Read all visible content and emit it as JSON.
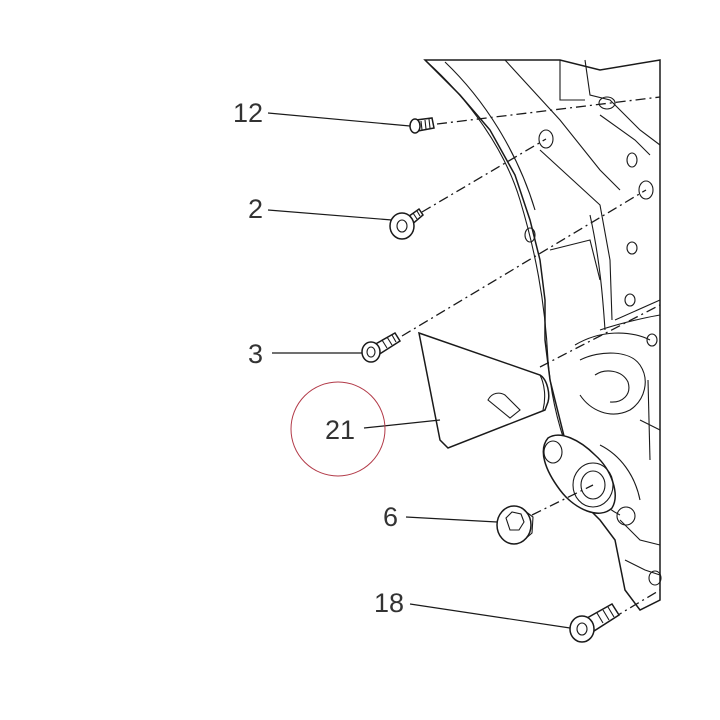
{
  "diagram": {
    "callouts": [
      {
        "id": "12",
        "label": "12"
      },
      {
        "id": "2",
        "label": "2"
      },
      {
        "id": "3",
        "label": "3"
      },
      {
        "id": "21",
        "label": "21",
        "highlighted": true
      },
      {
        "id": "6",
        "label": "6"
      },
      {
        "id": "18",
        "label": "18"
      }
    ],
    "colors": {
      "line": "#1a1a1a",
      "label": "#333333",
      "highlight_circle": "#b23a48"
    }
  }
}
